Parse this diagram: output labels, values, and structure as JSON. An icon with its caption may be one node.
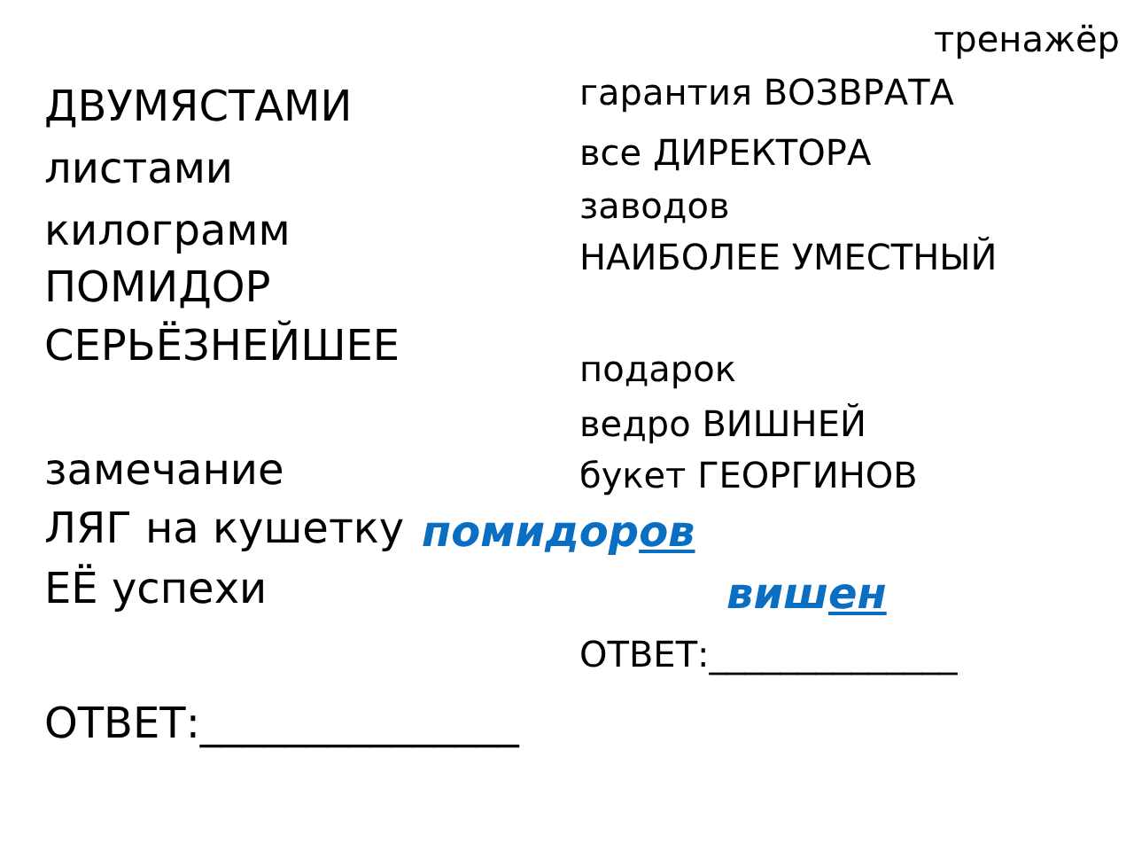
{
  "diagram": {
    "labels": [
      "ДВУМЯСТАМИ",
      "листами",
      "килограмм",
      "ПОМИДОР",
      "СЕРЬЁЗНЕЙШЕЕ",
      "замечание",
      "ЛЯГ на кушетку",
      "ЕЁ успехи",
      "помидоров",
      "ОТВЕТ:_______________",
      "тренажёр",
      "гарантия ВОЗВРАТА",
      "все ДИРЕКТОРА",
      "заводов",
      "НАИБОЛЕЕ УМЕСТНЫЙ",
      "подарок",
      "ведро ВИШНЕЙ",
      "букет ГЕОРГИНОВ",
      "вишен",
      "ОТВЕТ:______________"
    ]
  }
}
